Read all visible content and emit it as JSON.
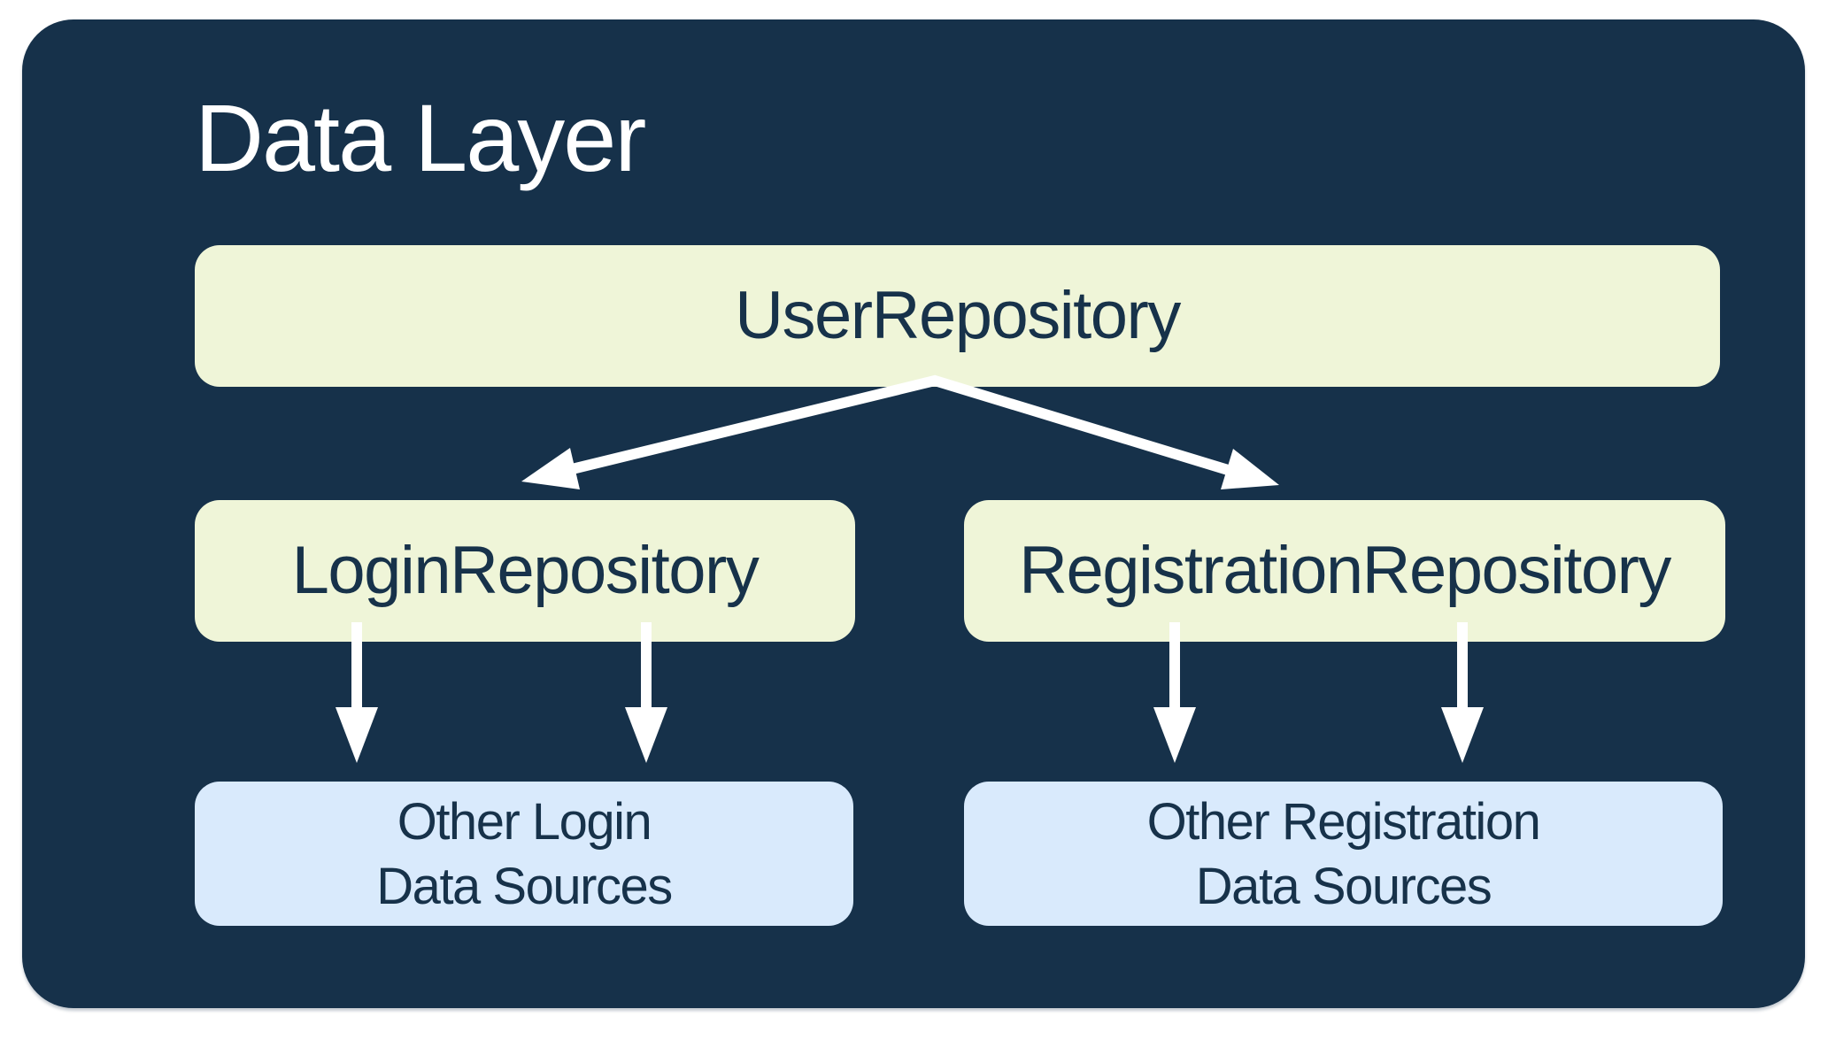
{
  "diagram": {
    "title": "Data Layer",
    "colors": {
      "page_background": "#FFFFFF",
      "container_background": "#16314A",
      "repository_box": "#EFF5D8",
      "data_source_box": "#D9EAFC",
      "box_text": "#17324A",
      "title_text": "#FFFFFF",
      "arrow": "#FFFFFF"
    },
    "nodes": [
      {
        "id": "user-repository",
        "label": "UserRepository",
        "type": "repository"
      },
      {
        "id": "login-repository",
        "label": "LoginRepository",
        "type": "repository"
      },
      {
        "id": "registration-repository",
        "label": "RegistrationRepository",
        "type": "repository"
      },
      {
        "id": "other-login-data-sources",
        "label_line1": "Other Login",
        "label_line2": "Data Sources",
        "type": "data-source"
      },
      {
        "id": "other-registration-data-sources",
        "label_line1": "Other Registration",
        "label_line2": "Data Sources",
        "type": "data-source"
      }
    ],
    "edges": [
      {
        "from": "UserRepository",
        "to": "LoginRepository"
      },
      {
        "from": "UserRepository",
        "to": "RegistrationRepository"
      },
      {
        "from": "LoginRepository",
        "to": "Other Login Data Sources"
      },
      {
        "from": "LoginRepository",
        "to": "Other Login Data Sources"
      },
      {
        "from": "RegistrationRepository",
        "to": "Other Registration Data Sources"
      },
      {
        "from": "RegistrationRepository",
        "to": "Other Registration Data Sources"
      }
    ]
  }
}
